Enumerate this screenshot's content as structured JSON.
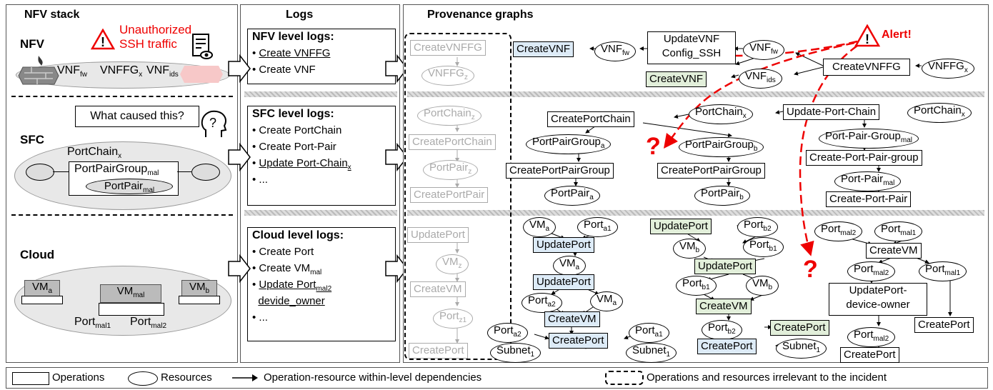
{
  "nfv_stack": {
    "title": "NFV stack",
    "nfv_label": "NFV",
    "alert_text_1": "Unauthorized",
    "alert_text_2": "SSH traffic",
    "vnf_fw": "VNF",
    "vnf_fw_sub": "fw",
    "vnffg_x": "VNFFG",
    "vnffg_x_sub": "x",
    "vnf_ids": "VNF",
    "vnf_ids_sub": "ids",
    "sfc_label": "SFC",
    "question": "What caused this?",
    "portchain": "PortChain",
    "portchain_sub": "x",
    "ppg": "PortPairGroup",
    "ppg_sub": "mal",
    "pp": "PortPair",
    "pp_sub": "mal",
    "cloud_label": "Cloud",
    "vm_a": "VM",
    "vm_a_sub": "a",
    "vm_mal": "VM",
    "vm_mal_sub": "mal",
    "vm_b": "VM",
    "vm_b_sub": "b",
    "port_mal1": "Port",
    "port_mal1_sub": "mal1",
    "port_mal2": "Port",
    "port_mal2_sub": "mal2"
  },
  "logs": {
    "title": "Logs",
    "nfv_header": "NFV level logs:",
    "nfv_items": [
      "Create VNFFG",
      "Create VNF"
    ],
    "sfc_header": "SFC level logs:",
    "sfc_items": [
      "Create PortChain",
      "Create Port-Pair",
      "Update Port-Chain",
      "..."
    ],
    "sfc_sub_x": "x",
    "cloud_header": "Cloud level logs:",
    "cloud_items": [
      "Create Port",
      "Create VM",
      "Update Port",
      "devide_owner",
      "..."
    ],
    "cloud_sub_mal": "mal",
    "cloud_sub_mal2": "mal2"
  },
  "provenance": {
    "title": "Provenance graphs",
    "alert": "Alert!",
    "question_mark": "?",
    "gray_nodes": [
      "CreateVNFFG",
      "VNFFG",
      "PortChain",
      "CreatePortChain",
      "PortPair",
      "CreatePortPair",
      "UpdatePort",
      "VM",
      "CreateVM",
      "Port",
      "CreatePort"
    ],
    "gray_subs": [
      "z",
      "z",
      "z",
      "z",
      "z1"
    ],
    "nfv": {
      "create_vnf": "CreateVNF",
      "vnf_fw": "VNF",
      "fw": "fw",
      "update_vnf_1": "UpdateVNF",
      "update_vnf_2": "Config_SSH",
      "vnf_fw2": "VNF",
      "create_vnffg": "CreateVNFFG",
      "vnffg_x": "VNFFG",
      "x": "x",
      "create_vnf_green": "CreateVNF",
      "vnf_ids": "VNF",
      "ids": "ids"
    },
    "sfc": {
      "create_portchain": "CreatePortChain",
      "portchain_x": "PortChain",
      "update_port_chain": "Update-Port-Chain",
      "portchain_x2": "PortChain",
      "ppg_a": "PortPairGroup",
      "a": "a",
      "ppg_b": "PortPairGroup",
      "b": "b",
      "ppg_mal": "Port-Pair-Group",
      "mal": "mal",
      "create_ppg_1": "CreatePortPairGroup",
      "create_ppg_2": "CreatePortPairGroup",
      "create_port_pair_group": "Create-Port-Pair-group",
      "port_pair_mal": "Port-Pair",
      "create_port_pair": "Create-Port-Pair",
      "portpair_a": "PortPair",
      "portpair_b": "PortPair"
    },
    "cloud": {
      "vm_a": "VM",
      "a": "a",
      "port_a1": "Port",
      "a1": "a1",
      "update_port_1": "UpdatePort",
      "vm_a2": "VM",
      "update_port_2": "UpdatePort",
      "port_a2": "Port",
      "a2": "a2",
      "vm_a3": "VM",
      "create_vm": "CreateVM",
      "port_a2b": "Port",
      "create_port": "CreatePort",
      "port_a1b": "Port",
      "subnet_1": "Subnet",
      "one": "1",
      "subnet_1b": "Subnet",
      "g_update_port_1": "UpdatePort",
      "port_b2": "Port",
      "b2": "b2",
      "vm_b": "VM",
      "b": "b",
      "port_b1": "Port",
      "b1": "b1",
      "g_update_port_2": "UpdatePort",
      "port_b1b": "Port",
      "vm_b2": "VM",
      "g_create_vm": "CreateVM",
      "port_b2b": "Port",
      "g_create_port": "CreatePort",
      "create_port_blue": "CreatePort",
      "subnet_1c": "Subnet",
      "port_mal2": "Port",
      "mal2": "mal2",
      "port_mal1": "Port",
      "mal1": "mal1",
      "create_vm_w": "CreateVM",
      "port_mal2b": "Port",
      "port_mal1b": "Port",
      "update_port_owner_1": "UpdatePort-",
      "update_port_owner_2": "device-owner",
      "create_port_w1": "CreatePort",
      "port_mal2c": "Port",
      "create_port_w2": "CreatePort"
    }
  },
  "legend": {
    "operations": "Operations",
    "resources": "Resources",
    "dependencies": "Operation-resource within-level dependencies",
    "irrelevant": "Operations and resources irrelevant to the incident"
  },
  "colors": {
    "alert": "#e00000",
    "blue_node": "#ddebf7",
    "green_node": "#e2efda"
  }
}
